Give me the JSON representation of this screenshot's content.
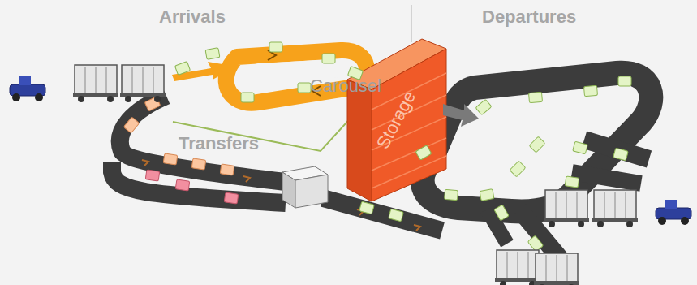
{
  "diagram": {
    "nodes": [
      {
        "text": [
          "Carousel"
        ]
      },
      {
        "text": [
          "Storage"
        ]
      }
    ],
    "labels": [
      "Arrivals",
      "Departures",
      "Transfers"
    ]
  }
}
